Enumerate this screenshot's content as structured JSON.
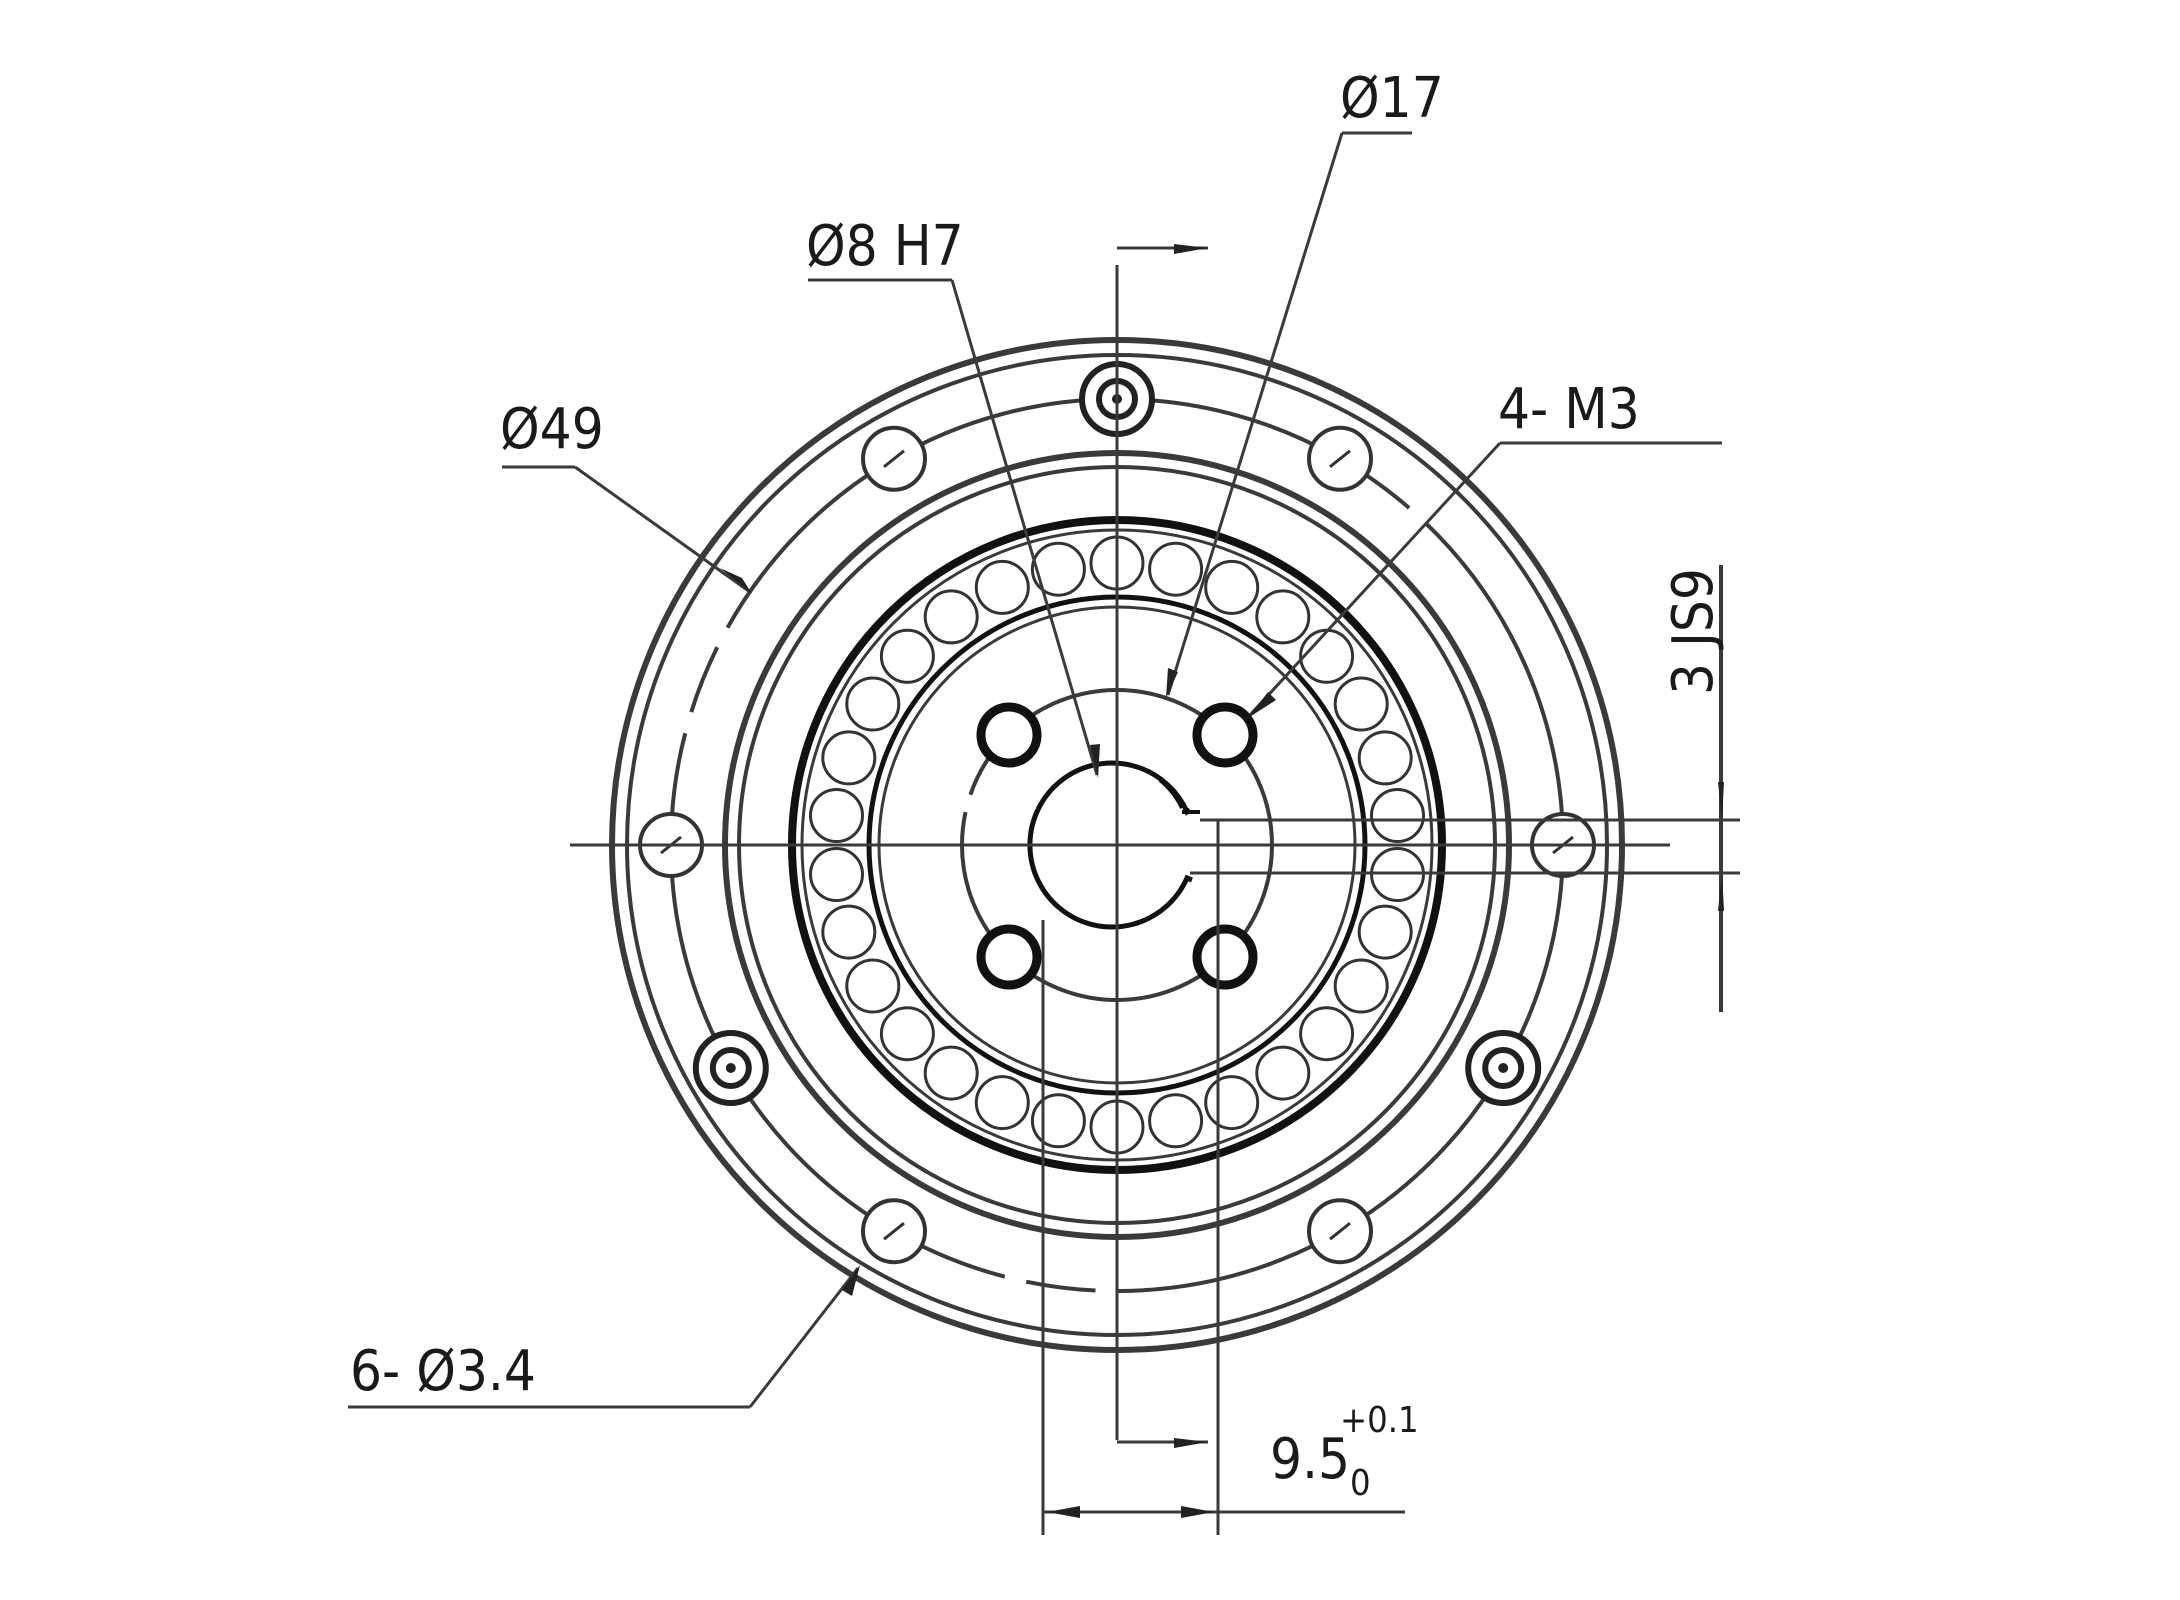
{
  "labels": {
    "d49": "Ø49",
    "d8h7": "Ø8 H7",
    "d17": "Ø17",
    "m3": "4- M3",
    "js9": "3 JS9",
    "d34": "6- Ø3.4",
    "w95": "9.5",
    "tol_upper": "+0.1",
    "tol_lower": "0"
  },
  "colors": {
    "line": "#3a3a3a",
    "ink": "#1a1a1a"
  }
}
